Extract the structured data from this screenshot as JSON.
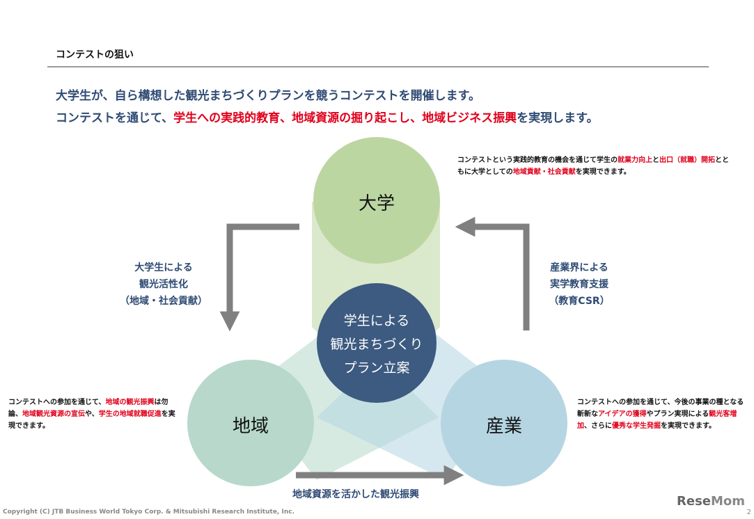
{
  "header": {
    "section_title": "コンテストの狙い"
  },
  "headline": {
    "line1": "大学生が、自ら構想した観光まちづくりプランを競うコンテストを開催します。",
    "line2_pre": "コンテストを通じて、",
    "line2_red": "学生への実践的教育、地域資源の掘り起こし、地域ビジネス振興",
    "line2_post": "を実現します。"
  },
  "diagram": {
    "top_circle": "大学",
    "left_circle": "地域",
    "right_circle": "産業",
    "center": [
      "学生による",
      "観光まちづくり",
      "プラン立案"
    ],
    "left_flow": [
      "大学生による",
      "観光活性化",
      "（地域・社会貢献）"
    ],
    "right_flow": [
      "産業界による",
      "実学教育支援",
      "（教育CSR）"
    ],
    "bottom_flow": "地域資源を活かした観光振興",
    "colors": {
      "green_circle": "#bcd6a2",
      "teal_circle": "#b7d8cb",
      "blue_circle": "#b5d5e2",
      "center_circle": "#3d5a80",
      "arrow": "#808080",
      "text_blue": "#2e4a73",
      "accent_red": "#e0001b"
    }
  },
  "notes": {
    "top_right": {
      "p1": "コンテストという実践的教育の機会を通じて学生の",
      "r1": "就業力向上",
      "p2": "と",
      "r2": "出口（就職）開拓",
      "p3": "とともに大学としての",
      "r3": "地域貢献・社会貢献",
      "p4": "を実現できます。"
    },
    "left": {
      "p1": "コンテストへの参加を通じて、",
      "r1": "地域の観光振興",
      "p2": "は勿論、",
      "r2": "地域観光資源の宣伝",
      "p3": "や、",
      "r3": "学生の地域就職促進",
      "p4": "を実現できます。"
    },
    "right": {
      "p1": "コンテストへの参加を通じて、今後の事業の種となる斬新な",
      "r1": "アイデアの獲得",
      "p2": "やプラン実現による",
      "r2": "観光客増加",
      "p3": "、さらに",
      "r3": "優秀な学生発掘",
      "p4": "を実現できます。"
    }
  },
  "footer": {
    "copyright": "Copyright (C) JTB Business World Tokyo Corp. & Mitsubishi Research Institute, Inc.",
    "page_number": "2",
    "logo_a": "Rese",
    "logo_b": "Mom"
  }
}
